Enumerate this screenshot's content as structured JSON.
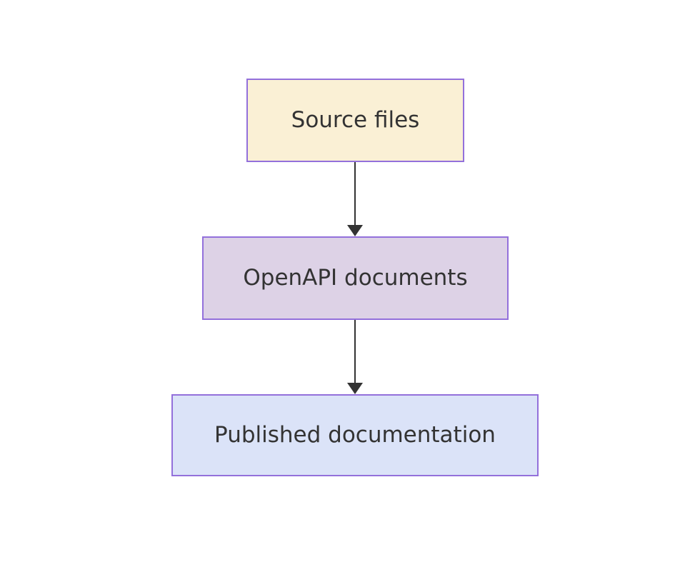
{
  "diagram": {
    "type": "flowchart",
    "direction": "top-down",
    "background_color": "#ffffff",
    "node_border_color": "#9370DB",
    "text_color": "#333333",
    "arrow_color": "#333333",
    "nodes": [
      {
        "id": "source-files",
        "label": "Source files",
        "fill": "#FAF0D5",
        "stroke": "#9370DB",
        "text_color": "#333333"
      },
      {
        "id": "openapi-docs",
        "label": "OpenAPI documents",
        "fill": "#DDD2E6",
        "stroke": "#9370DB",
        "text_color": "#333333"
      },
      {
        "id": "published-doc",
        "label": "Published documentation",
        "fill": "#DBE3F8",
        "stroke": "#9370DB",
        "text_color": "#333333"
      }
    ],
    "edges": [
      {
        "from": "Source files",
        "to": "OpenAPI documents",
        "color": "#333333",
        "style": "solid-arrow"
      },
      {
        "from": "OpenAPI documents",
        "to": "Published documentation",
        "color": "#333333",
        "style": "solid-arrow"
      }
    ]
  }
}
